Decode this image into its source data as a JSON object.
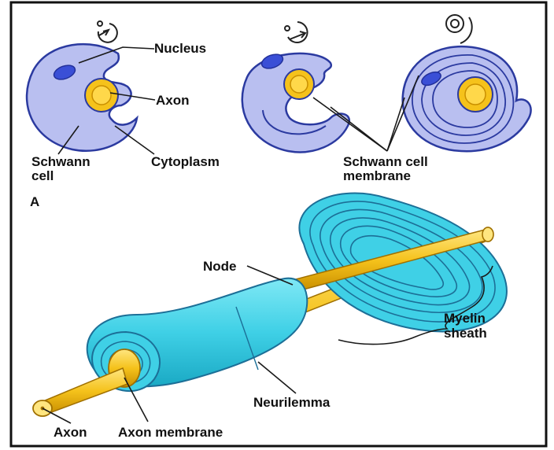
{
  "labels": {
    "nucleus": "Nucleus",
    "axon_top": "Axon",
    "schwann_cell_line1": "Schwann",
    "schwann_cell_line2": "cell",
    "cytoplasm": "Cytoplasm",
    "membrane_line1": "Schwann cell",
    "membrane_line2": "membrane",
    "panel_a": "A",
    "node": "Node",
    "myelin_line1": "Myelin",
    "myelin_line2": "sheath",
    "neurilemma": "Neurilemma",
    "axon_bottom": "Axon",
    "axon_membrane": "Axon membrane"
  },
  "colors": {
    "schwann_fill": "#b9bff0",
    "schwann_stroke": "#2b3aa0",
    "nucleus_fill": "#3a4fd6",
    "axon_fill": "#f5c21b",
    "axon_core": "#ffd84a",
    "myelin_fill": "#3fd0e6",
    "myelin_line": "#1c6f97",
    "frame": "#111111"
  },
  "icons": {
    "rotation_arrow": "rotation-arrow-icon"
  }
}
